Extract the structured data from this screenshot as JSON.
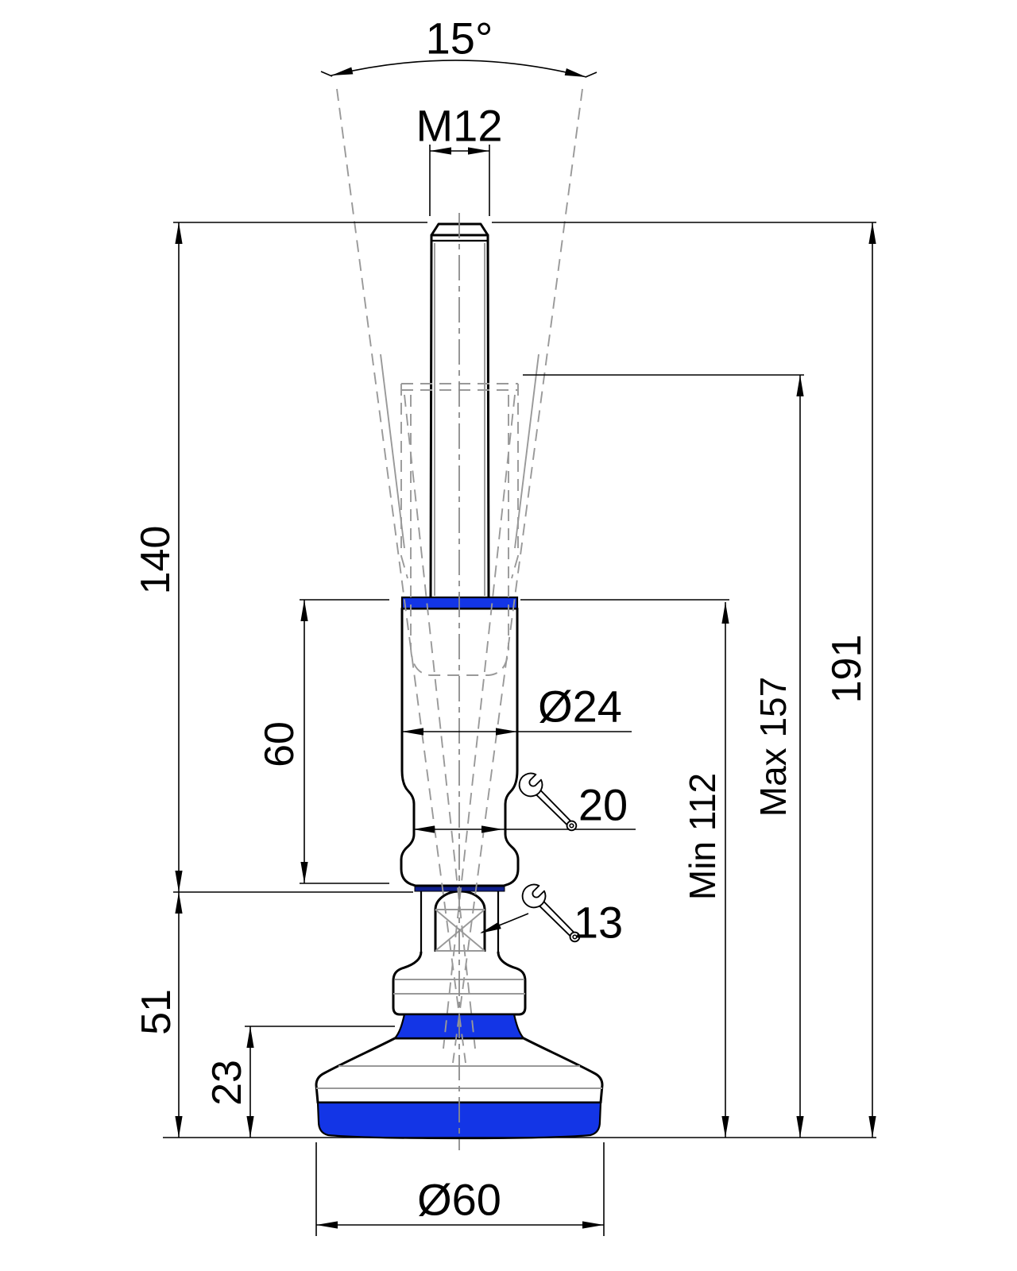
{
  "title": "Adjustable levelling foot - dimensioned technical drawing",
  "labels": {
    "swivel_angle": "15°",
    "thread": "M12",
    "overall_height": "191",
    "height_max": "Max 157",
    "height_min": "Min 112",
    "stud_height": "140",
    "body_length": "60",
    "body_diameter": "Ø24",
    "wrench_body": "20",
    "wrench_ball": "13",
    "base_total_height": "51",
    "base_cone_height": "23",
    "base_diameter": "Ø60"
  },
  "icons": {
    "wrench_body": "wrench-icon",
    "wrench_ball": "wrench-icon"
  },
  "colors": {
    "accent_blue": "#1335e6",
    "navy_band": "#101f8c",
    "line_black": "#000000",
    "phantom_gray": "#999999"
  }
}
